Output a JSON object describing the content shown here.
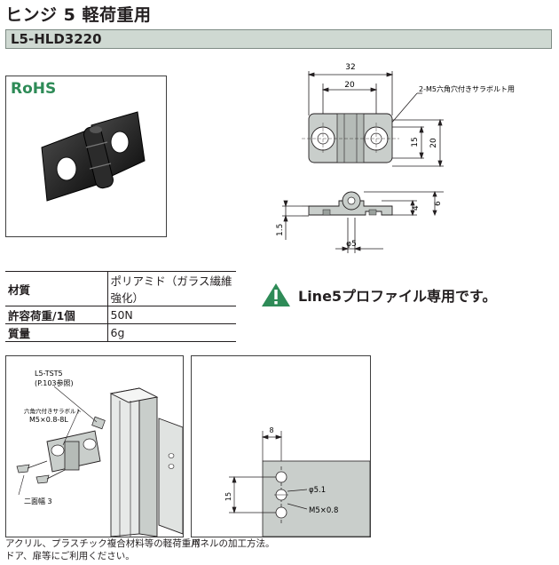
{
  "header": {
    "title": "ヒンジ 5 軽荷重用",
    "part_code": "L5-HLD3220"
  },
  "badge": {
    "rohs": "RoHS"
  },
  "drawing": {
    "dim_32": "32",
    "dim_20_top": "20",
    "dim_15": "15",
    "dim_20_side": "20",
    "bolt_note": "2-M5六角穴付きサラボルト用",
    "dim_4": "4",
    "dim_6": "6",
    "dim_1_5": "1.5",
    "dim_phi5": "φ5"
  },
  "specs": [
    {
      "key": "材質",
      "value": "ポリアミド（ガラス繊維強化）"
    },
    {
      "key": "許容荷重/1個",
      "value": "50N"
    },
    {
      "key": "質量",
      "value": "6g"
    }
  ],
  "notice": {
    "text": "Line5プロファイル専用です。"
  },
  "assembly": {
    "tst_label": "L5-TST5",
    "tst_ref": "(P.103参照)",
    "bolt_label": "六角穴付きサラボルト",
    "bolt_size": "M5×0.8-8L",
    "width_label": "二面幅 3",
    "caption_line1": "アクリル、プラスチック複合材料等の軽荷重用",
    "caption_line2": "ドア、扉等にご利用ください。"
  },
  "panel_machining": {
    "dim_8": "8",
    "dim_15": "15",
    "hole_label": "φ5.1",
    "tap_label": "M5×0.8",
    "caption": "パネルの加工方法。"
  }
}
